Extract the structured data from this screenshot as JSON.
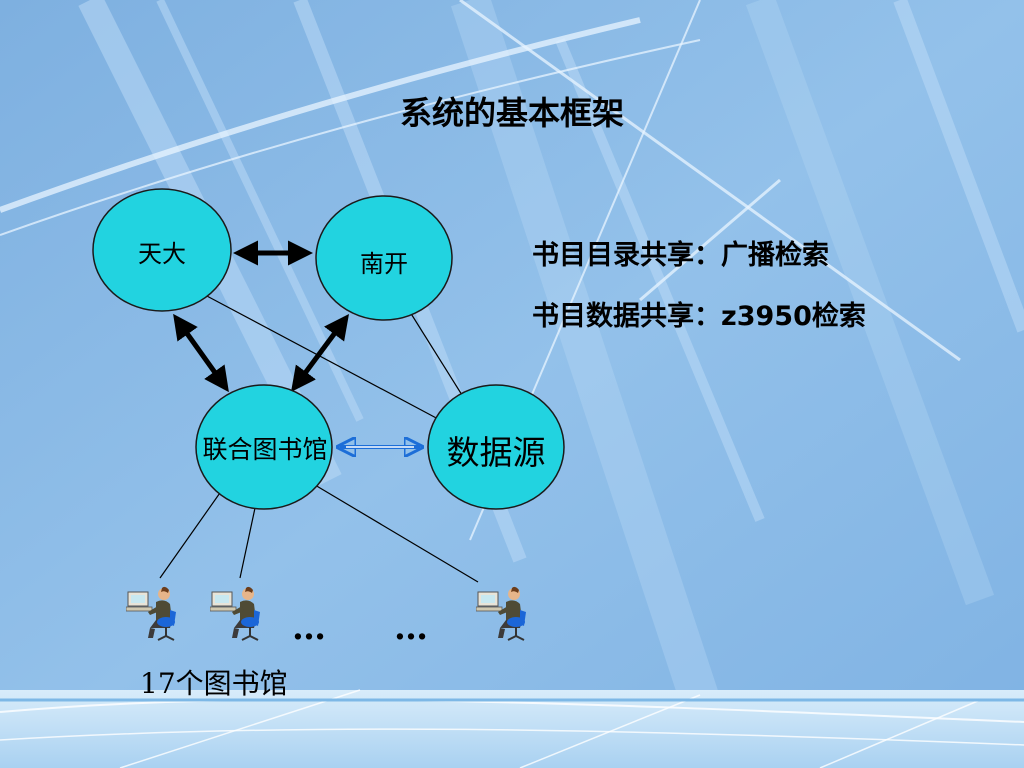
{
  "title": "系统的基本框架",
  "info_lines": [
    "书目目录共享：广播检索",
    "书目数据共享：z3950检索"
  ],
  "nodes": {
    "tianda": "天大",
    "nankai": "南开",
    "union_library": "联合图书馆",
    "data_source": "数据源"
  },
  "ellipsis": [
    "…",
    "…"
  ],
  "caption": "17个图书馆",
  "colors": {
    "background": "#86b6e4",
    "node_fill": "#22d3e0",
    "node_stroke": "#1a1a1a",
    "arrow_dark": "#000000",
    "arrow_light": "#1c6ed8",
    "bottom_band": "#c9e4f7"
  },
  "icons": [
    "desk-user-icon",
    "desk-user-icon",
    "desk-user-icon"
  ]
}
